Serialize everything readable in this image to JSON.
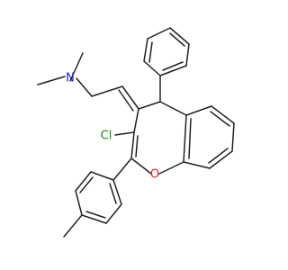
{
  "colors": {
    "background": "#ffffff",
    "bond": "#222222",
    "nitrogen": "#2222cc",
    "oxygen": "#dd2222",
    "chlorine": "#1a8a1a"
  },
  "labels": {
    "nitrogen": "N",
    "oxygen": "O",
    "chlorine": "Cl"
  }
}
